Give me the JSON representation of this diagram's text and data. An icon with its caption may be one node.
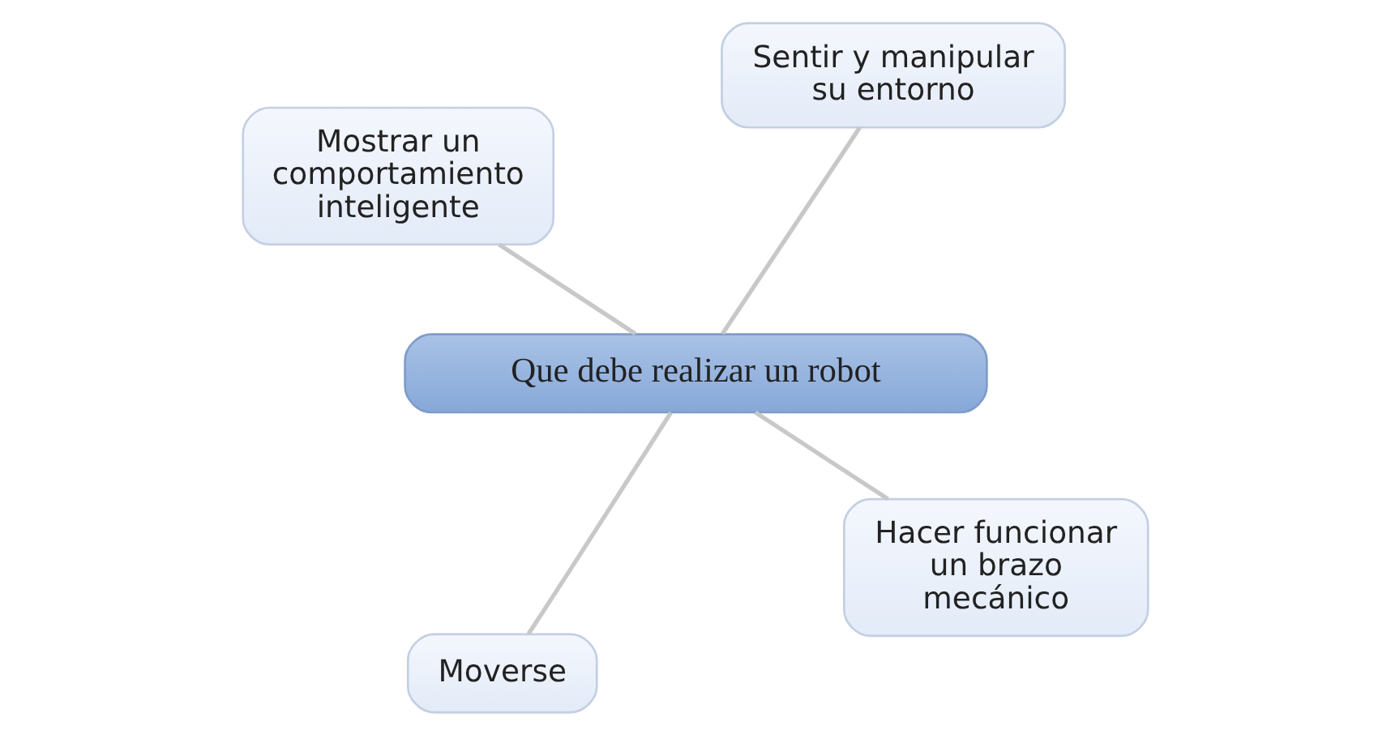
{
  "diagram": {
    "nodes": [
      {
        "text": [
          "Que debe realizar un robot"
        ]
      },
      {
        "text": [
          "Hacer funcionar un brazo mecánico"
        ]
      },
      {
        "text": [
          "Moverse"
        ]
      },
      {
        "text": [
          "Mostrar un comportamiento inteligente"
        ]
      },
      {
        "text": [
          "Sentir y manipular su entorno"
        ]
      }
    ],
    "edges": [
      {
        "from": 0,
        "to": 1,
        "arrow": "none"
      },
      {
        "from": 0,
        "to": 2,
        "arrow": "none"
      },
      {
        "from": 0,
        "to": 3,
        "arrow": "none"
      },
      {
        "from": 0,
        "to": 4,
        "arrow": "none"
      }
    ]
  }
}
